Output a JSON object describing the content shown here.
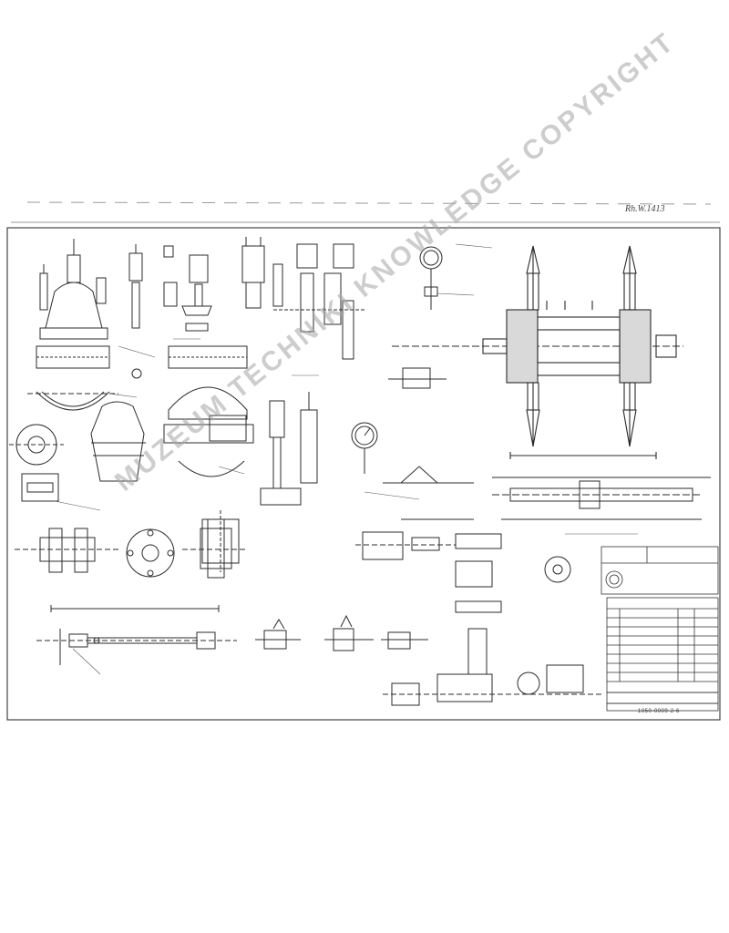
{
  "sheet": {
    "corner_mark": "Rh.W.1413",
    "sheet_number": "1050-0009-2-6",
    "watermark": "MUZEUM TECHNIKI KNOWLEDGE COPYRIGHT"
  },
  "colors": {
    "ink": "#2b2b2b",
    "paper": "#ffffff",
    "watermark": "#a6a6a6"
  }
}
